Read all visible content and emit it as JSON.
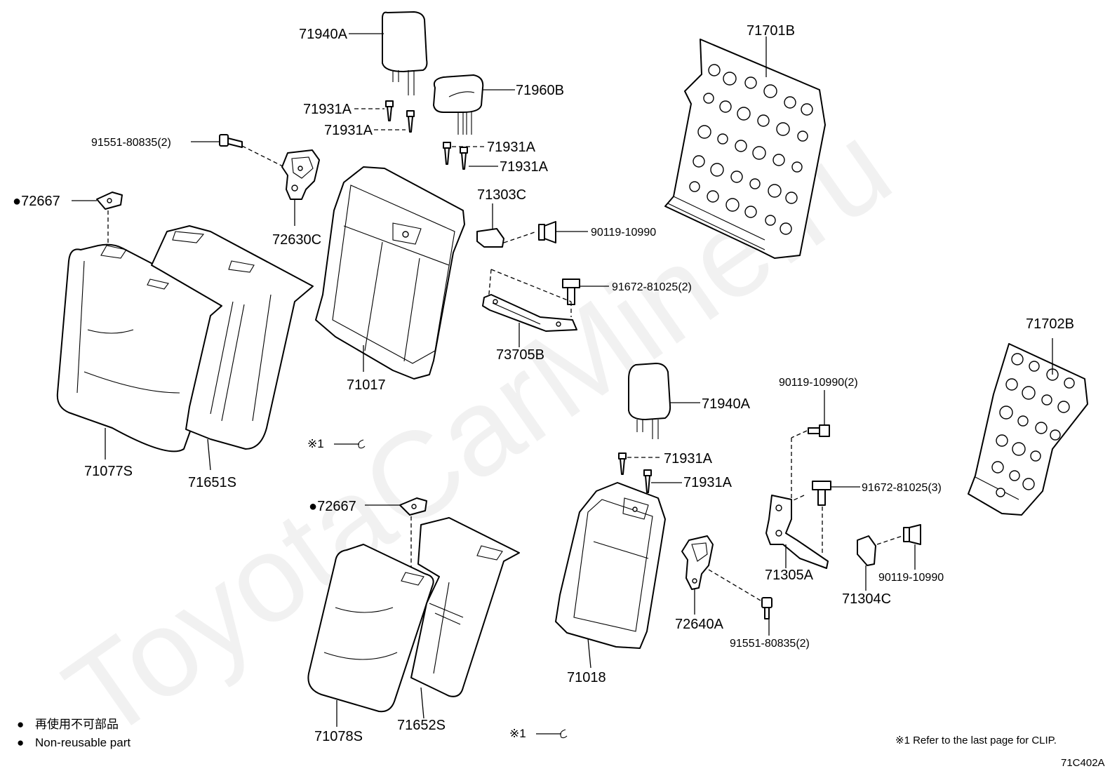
{
  "watermark": "ToyotaCarMine.ru",
  "diagram_code": "71C402A",
  "clip_note": "※1 Refer to the last page for CLIP.",
  "clip_marker": "※1",
  "legend": {
    "bullet": "●",
    "japanese": "再使用不可部品",
    "english": "Non-reusable part"
  },
  "callouts": {
    "p71940A_upper": "71940A",
    "p71960B": "71960B",
    "p71931A_1": "71931A",
    "p71931A_2": "71931A",
    "p71931A_3": "71931A",
    "p71931A_4": "71931A",
    "p91551_upper": "91551-80835(2)",
    "p72667_upper": "●72667",
    "p72630C": "72630C",
    "p71303C": "71303C",
    "p90119_upper": "90119-10990",
    "p91672_upper": "91672-81025(2)",
    "p73705B": "73705B",
    "p71017": "71017",
    "p71077S": "71077S",
    "p71651S": "71651S",
    "p71701B": "71701B",
    "p71702B": "71702B",
    "p71940A_lower": "71940A",
    "p71931A_5": "71931A",
    "p71931A_6": "71931A",
    "p90119_2": "90119-10990(2)",
    "p91672_3": "91672-81025(3)",
    "p71305A": "71305A",
    "p90119_lower": "90119-10990",
    "p71304C": "71304C",
    "p72640A": "72640A",
    "p91551_lower": "91551-80835(2)",
    "p71018": "71018",
    "p72667_lower": "●72667",
    "p71078S": "71078S",
    "p71652S": "71652S"
  }
}
